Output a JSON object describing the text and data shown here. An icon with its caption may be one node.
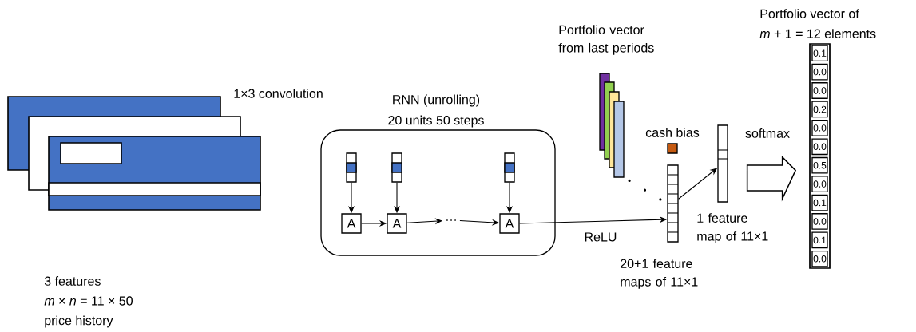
{
  "diagram": {
    "nodes": [
      {
        "text": [
          "RNN (unrolling)",
          "20 units 50 steps"
        ]
      },
      {
        "text": [],
        "shape": "bar",
        "in": 0
      },
      {
        "text": [],
        "shape": "bar",
        "in": 0
      },
      {
        "text": [],
        "shape": "bar",
        "in": 0
      },
      {
        "text": [
          "A"
        ],
        "in": 0
      },
      {
        "text": [
          "A"
        ],
        "in": 0
      },
      {
        "text": [
          "…"
        ],
        "in": 0
      },
      {
        "text": [
          "A"
        ],
        "in": 0
      },
      {
        "text": [
          "Portfolio vector from last periods"
        ]
      },
      {
        "text": [
          "cash bias"
        ]
      },
      {
        "text": [
          "20+1 feature maps of 11×1"
        ]
      },
      {
        "text": [
          "1 feature map of 11×1"
        ]
      },
      {
        "text": [
          "Portfolio vector of",
          "*m* + 1 = 12 elements",
          "0.1",
          "0.0",
          "0.0",
          "0.2",
          "0.0",
          "0.0",
          "0.5",
          "0.0",
          "0.1",
          "0.0",
          "0.1",
          "0.0"
        ]
      }
    ],
    "edges": [
      {
        "from": 1,
        "to": 4,
        "arrow": "to"
      },
      {
        "from": 2,
        "to": 5,
        "arrow": "to"
      },
      {
        "from": 3,
        "to": 7,
        "arrow": "to"
      },
      {
        "from": 4,
        "to": 5,
        "arrow": "to"
      },
      {
        "from": 5,
        "to": 6,
        "arrow": "to"
      },
      {
        "from": 6,
        "to": 7,
        "arrow": "to"
      },
      {
        "from": 7,
        "to": 10,
        "arrow": "to",
        "label": "ReLU"
      },
      {
        "from": 8,
        "to": 10,
        "arrow": "none",
        "style": "dashed"
      },
      {
        "from": 10,
        "to": 11,
        "arrow": "to"
      },
      {
        "from": 11,
        "to": 12,
        "arrow": "to",
        "label": "softmax",
        "style": "thick"
      }
    ],
    "labels": [
      "1×3 convolution",
      "3 features",
      "*m* × *n* = 11 × 50",
      "price history"
    ]
  }
}
